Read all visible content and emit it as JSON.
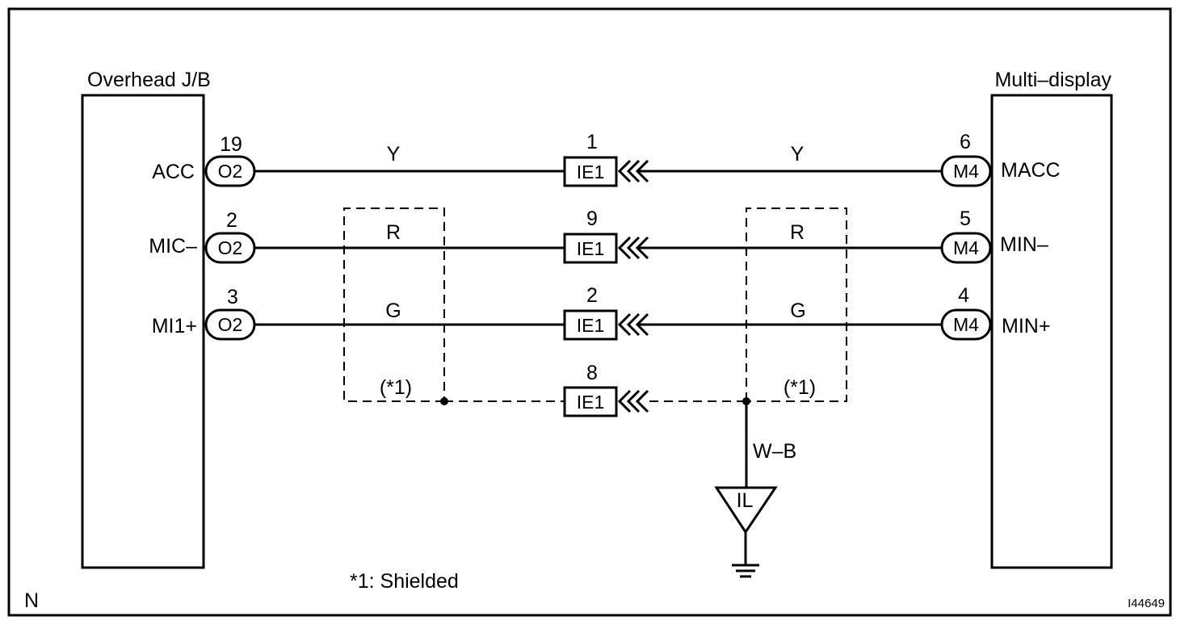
{
  "diagram": {
    "left_component": "Overhead J/B",
    "right_component": "Multi–display",
    "rows": [
      {
        "left_terminal": "ACC",
        "left_pin": "19",
        "left_conn": "O2",
        "wire_left": "Y",
        "mid_pin": "1",
        "mid_conn": "IE1",
        "wire_right": "Y",
        "right_pin": "6",
        "right_conn": "M4",
        "right_terminal": "MACC"
      },
      {
        "left_terminal": "MIC–",
        "left_pin": "2",
        "left_conn": "O2",
        "wire_left": "R",
        "mid_pin": "9",
        "mid_conn": "IE1",
        "wire_right": "R",
        "right_pin": "5",
        "right_conn": "M4",
        "right_terminal": "MIN–"
      },
      {
        "left_terminal": "MI1+",
        "left_pin": "3",
        "left_conn": "O2",
        "wire_left": "G",
        "mid_pin": "2",
        "mid_conn": "IE1",
        "wire_right": "G",
        "right_pin": "4",
        "right_conn": "M4",
        "right_terminal": "MIN+"
      }
    ],
    "shield": {
      "mid_pin": "8",
      "mid_conn": "IE1",
      "left_label": "(*1)",
      "right_label": "(*1)",
      "ground_wire": "W–B",
      "ground_point": "IL"
    },
    "footnote": "*1: Shielded",
    "corner_left": "N",
    "corner_right": "I44649"
  }
}
